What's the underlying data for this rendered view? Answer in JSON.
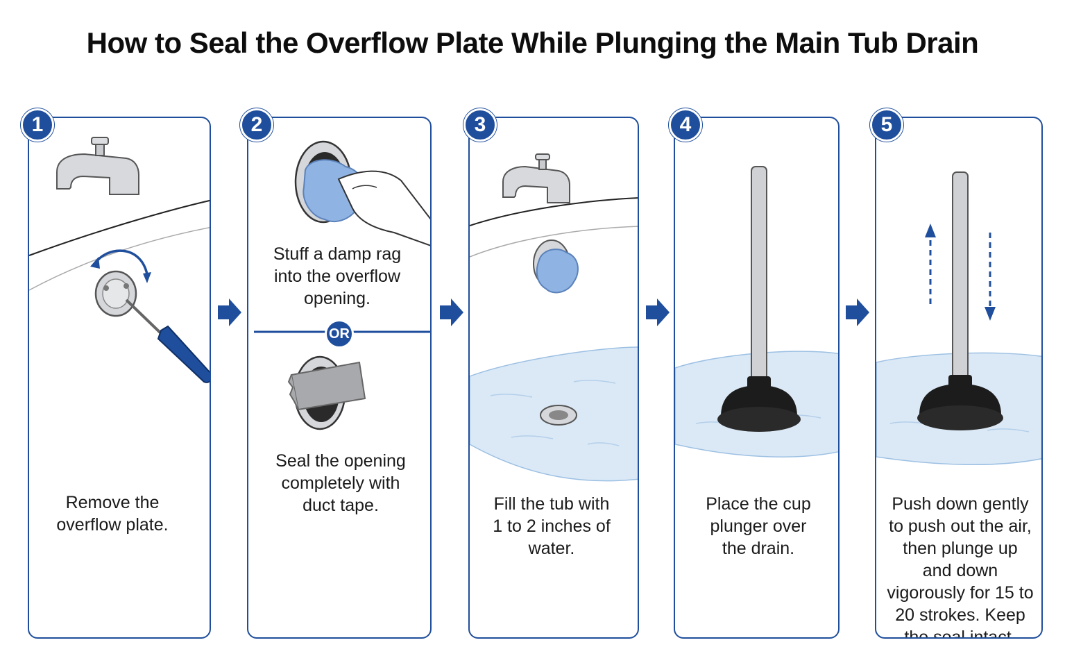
{
  "title": "How to Seal the Overflow Plate While Plunging the Main Tub Drain",
  "colors": {
    "accent": "#1f4e9c",
    "water": "#dbe9f6",
    "rag": "#8fb4e3",
    "plunger": "#1c1c1c"
  },
  "steps": [
    {
      "number": "1",
      "caption": "Remove the overflow plate.",
      "icons": [
        "faucet-icon",
        "overflow-plate-icon",
        "screwdriver-icon",
        "rotate-arrow-icon"
      ]
    },
    {
      "number": "2",
      "caption_a": "Stuff a damp rag into the overflow opening.",
      "or_label": "OR",
      "caption_b": "Seal the opening completely with duct tape.",
      "icons": [
        "rag-in-hand-icon",
        "duct-tape-icon"
      ]
    },
    {
      "number": "3",
      "caption": "Fill the tub with 1 to 2 inches of water.",
      "icons": [
        "faucet-icon",
        "rag-plug-icon",
        "drain-icon",
        "water-icon"
      ]
    },
    {
      "number": "4",
      "caption": "Place the cup plunger over the drain.",
      "icons": [
        "plunger-icon",
        "water-icon"
      ]
    },
    {
      "number": "5",
      "caption": "Push down gently to push out the air, then plunge up and down vigorously for 15 to 20 strokes. Keep the seal intact.",
      "icons": [
        "plunger-icon",
        "up-arrow-icon",
        "down-arrow-icon",
        "water-icon"
      ]
    }
  ],
  "connector_icon": "right-arrow-icon"
}
